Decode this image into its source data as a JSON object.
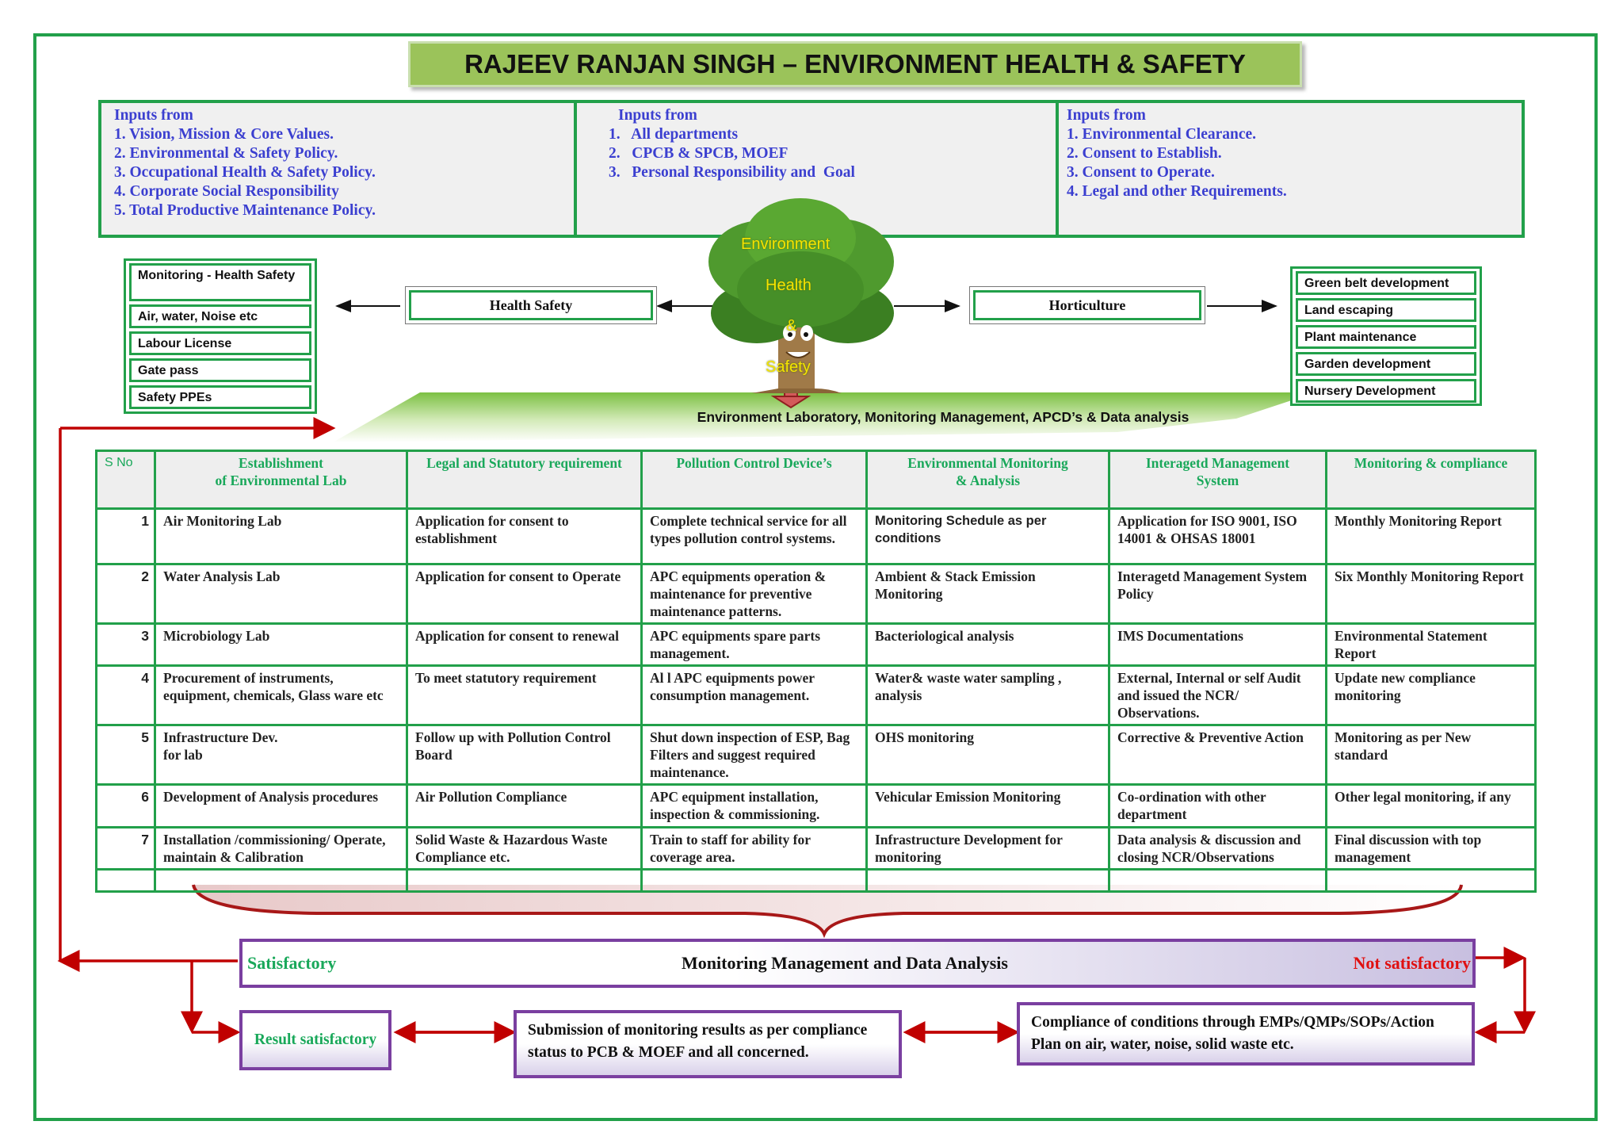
{
  "title": "RAJEEV RANJAN SINGH – ENVIRONMENT HEALTH & SAFETY",
  "inputs": [
    {
      "heading": "Inputs from",
      "items": [
        "1. Vision, Mission & Core Values.",
        "2. Environmental & Safety Policy.",
        "3. Occupational Health & Safety Policy.",
        "4. Corporate  Social Responsibility",
        "5. Total Productive Maintenance Policy."
      ]
    },
    {
      "heading": "Inputs from",
      "items": [
        "1.   All departments",
        "2.   CPCB & SPCB, MOEF",
        "3.   Personal Responsibility and  Goal"
      ]
    },
    {
      "heading": "Inputs from",
      "items": [
        "1. Environmental Clearance.",
        "2. Consent to Establish.",
        "3. Consent to Operate.",
        "4. Legal and other Requirements."
      ]
    }
  ],
  "left_list": [
    "Monitoring  -  Health Safety",
    "Air, water, Noise etc",
    "Labour License",
    "Gate pass",
    "Safety PPEs"
  ],
  "right_list": [
    "Green belt development",
    "Land escaping",
    "Plant maintenance",
    "Garden development",
    "Nursery Development"
  ],
  "health_safety": "Health Safety",
  "horticulture": "Horticulture",
  "tree_labels": [
    "Environment",
    "Health",
    "&",
    "Safety"
  ],
  "banner": "Environment Laboratory, Monitoring Management, APCD’s & Data analysis",
  "table": {
    "headers": [
      "S No",
      "Establishment\nof  Environmental Lab",
      "Legal and Statutory requirement",
      "Pollution Control Device’s",
      "Environmental Monitoring\n& Analysis",
      "Interagetd Management\nSystem",
      "Monitoring & compliance"
    ],
    "rows": [
      [
        "1",
        "Air Monitoring Lab",
        "Application for consent to establishment",
        "Complete technical service for all types pollution control systems.",
        "Monitoring Schedule as per conditions",
        "Application for  ISO 9001, ISO 14001 & OHSAS 18001",
        "Monthly Monitoring Report"
      ],
      [
        "2",
        "Water Analysis Lab",
        "Application for consent to Operate",
        "APC equipments operation & maintenance for preventive maintenance patterns.",
        "Ambient & Stack Emission Monitoring",
        "Interagetd Management System Policy",
        "Six Monthly Monitoring Report"
      ],
      [
        "3",
        "Microbiology Lab",
        "Application for consent to renewal",
        " APC equipments spare parts management.",
        "Bacteriological analysis",
        "IMS  Documentations",
        "Environmental Statement Report"
      ],
      [
        "4",
        "Procurement of instruments, equipment, chemicals, Glass ware etc",
        "To meet statutory requirement",
        "Al l APC equipments power consumption management.",
        "Water& waste water sampling , analysis",
        "External, Internal or self Audit and issued the NCR/ Observations.",
        "Update new compliance monitoring"
      ],
      [
        "5",
        "Infrastructure Dev.\nfor lab",
        "Follow up with Pollution Control Board",
        "Shut down inspection of ESP, Bag Filters and suggest required maintenance.",
        "OHS monitoring",
        "Corrective & Preventive Action",
        "Monitoring as per New standard"
      ],
      [
        "6",
        "Development of Analysis procedures",
        "Air Pollution Compliance",
        " APC equipment installation, inspection & commissioning.",
        "Vehicular Emission Monitoring",
        "Co-ordination with other department",
        "Other legal monitoring, if any"
      ],
      [
        "7",
        "Installation /commissioning/ Operate, maintain  & Calibration",
        "Solid Waste & Hazardous Waste Compliance etc.",
        "Train to staff for ability for coverage area.",
        "Infrastructure Development for monitoring",
        "Data analysis & discussion and closing NCR/Observations",
        "Final discussion with top management"
      ],
      [
        "",
        "",
        "",
        "",
        "",
        "",
        ""
      ]
    ]
  },
  "monitoring_bar": {
    "left": "Satisfactory",
    "center": "Monitoring Management and Data Analysis",
    "right": "Not satisfactory"
  },
  "bottom": {
    "result": "Result satisfactory",
    "submission": "Submission of monitoring results as per compliance status to PCB & MOEF and all concerned.",
    "compliance": "Compliance of conditions through EMPs/QMPs/SOPs/Action Plan on air, water, noise, solid waste etc."
  },
  "colors": {
    "green": "#22a04a",
    "purple": "#7a3fa0",
    "red": "#c00000",
    "blue_text": "#3b3fd0",
    "title_bg": "#9bc35a"
  }
}
